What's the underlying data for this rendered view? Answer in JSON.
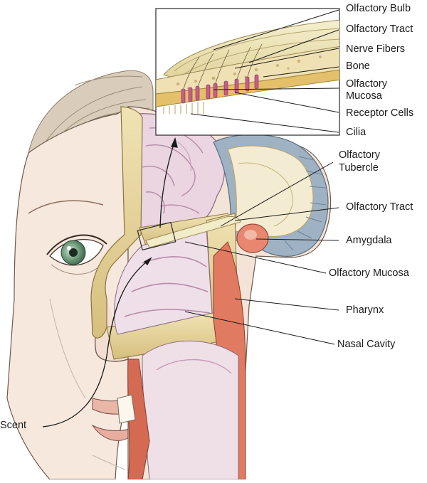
{
  "labels": {
    "olfactory_bulb": "Olfactory Bulb",
    "olfactory_tract_inset": "Olfactory Tract",
    "nerve_fibers": "Nerve Fibers",
    "bone": "Bone",
    "olfactory_mucosa_inset_line1": "Olfactory",
    "olfactory_mucosa_inset_line2": "Mucosa",
    "receptor_cells": "Receptor Cells",
    "cilia": "Cilia",
    "olfactory_tubercle_line1": "Olfactory",
    "olfactory_tubercle_line2": "Tubercle",
    "olfactory_tract": "Olfactory Tract",
    "amygdala": "Amygdala",
    "olfactory_mucosa": "Olfactory Mucosa",
    "pharynx": "Pharynx",
    "nasal_cavity": "Nasal Cavity",
    "scent": "Scent"
  },
  "colors": {
    "skin": "#f4e4d8",
    "brain": "#e9d2e0",
    "brain_fold": "#b68aa8",
    "bone": "#e8d7a2",
    "mucosa": "#d57a63",
    "amygdala": "#e8866f",
    "cerebellum": "#93a8bc",
    "hair": "#c8b7a0",
    "iris": "#6d9a7a",
    "receptor": "#c85c8a",
    "line": "#1a1a1a"
  }
}
